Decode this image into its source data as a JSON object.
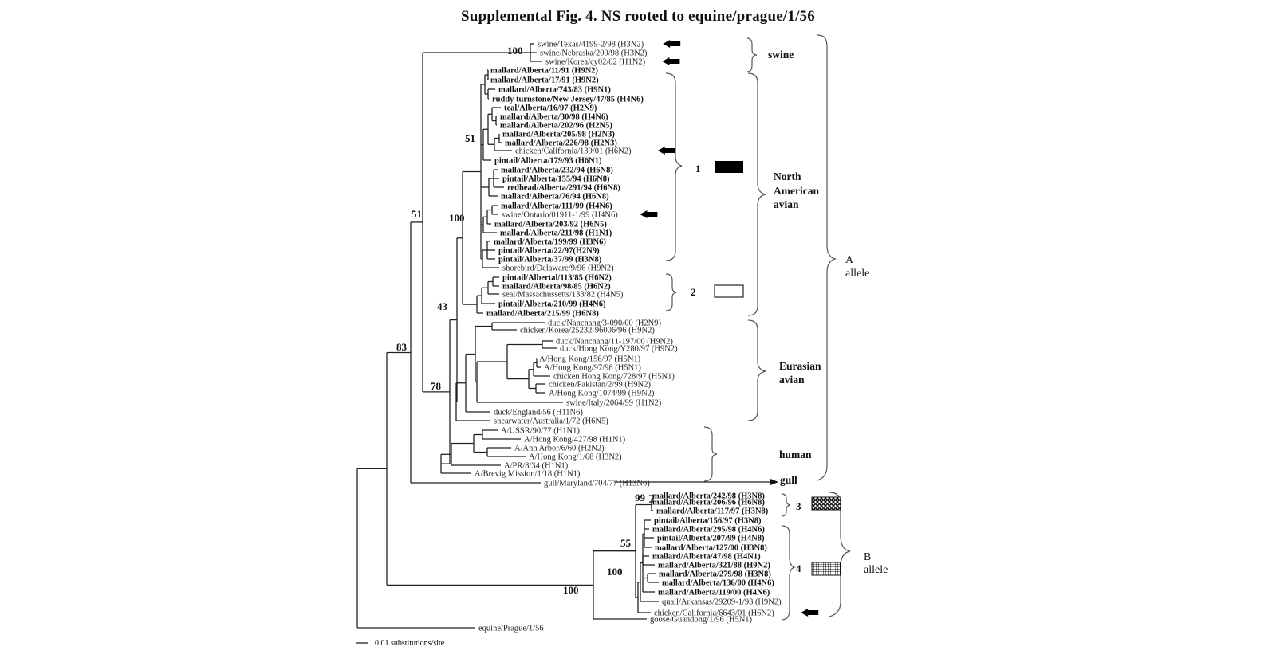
{
  "title": "Supplemental  Fig. 4.   NS rooted to equine/prague/1/56",
  "scale_bar": {
    "label": "0.01 substitutions/site"
  },
  "taxa": [
    {
      "id": "t1",
      "label": "swine/Texas/4199-2/98 (H3N2)",
      "bold": false,
      "arrow": true
    },
    {
      "id": "t2",
      "label": "swine/Nebraska/209/98 (H3N2)",
      "bold": false,
      "arrow": false
    },
    {
      "id": "t3",
      "label": "swine/Korea/cy02/02 (H1N2)",
      "bold": false,
      "arrow": true
    },
    {
      "id": "t4",
      "label": "mallard/Alberta/11/91 (H9N2)",
      "bold": true,
      "arrow": false
    },
    {
      "id": "t5",
      "label": "mallard/Alberta/17/91 (H9N2)",
      "bold": true,
      "arrow": false
    },
    {
      "id": "t6",
      "label": "mallard/Alberta/743/83 (H9N1)",
      "bold": true,
      "arrow": false
    },
    {
      "id": "t7",
      "label": "ruddy turnstone/New Jersey/47/85 (H4N6)",
      "bold": true,
      "arrow": false
    },
    {
      "id": "t8",
      "label": "teal/Alberta/16/97 (H2N9)",
      "bold": true,
      "arrow": false
    },
    {
      "id": "t9",
      "label": "mallard/Alberta/30/98 (H4N6)",
      "bold": true,
      "arrow": false
    },
    {
      "id": "t10",
      "label": "mallard/Alberta/202/96 (H2N5)",
      "bold": true,
      "arrow": false
    },
    {
      "id": "t11",
      "label": "mallard/Alberta/205/98 (H2N3)",
      "bold": true,
      "arrow": false
    },
    {
      "id": "t12",
      "label": "mallard/Alberta/226/98 (H2N3)",
      "bold": true,
      "arrow": false
    },
    {
      "id": "t13",
      "label": "chicken/California/139/01 (H6N2)",
      "bold": false,
      "arrow": true
    },
    {
      "id": "t14",
      "label": "pintail/Alberta/179/93 (H6N1)",
      "bold": true,
      "arrow": false
    },
    {
      "id": "t15",
      "label": "mallard/Alberta/232/94 (H6N8)",
      "bold": true,
      "arrow": false
    },
    {
      "id": "t16",
      "label": "pintail/Alberta/155/94 (H6N8)",
      "bold": true,
      "arrow": false
    },
    {
      "id": "t17",
      "label": "redhead/Alberta/291/94 (H6N8)",
      "bold": true,
      "arrow": false
    },
    {
      "id": "t18",
      "label": "mallard/Alberta/76/94 (H6N8)",
      "bold": true,
      "arrow": false
    },
    {
      "id": "t19",
      "label": "mallard/Alberta/111/99 (H4N6)",
      "bold": true,
      "arrow": false
    },
    {
      "id": "t20",
      "label": "swine/Ontario/01911-1/99 (H4N6)",
      "bold": false,
      "arrow": true
    },
    {
      "id": "t21",
      "label": "mallard/Alberta/203/92 (H6N5)",
      "bold": true,
      "arrow": false
    },
    {
      "id": "t22",
      "label": "mallard/Alberta/211/98 (H1N1)",
      "bold": true,
      "arrow": false
    },
    {
      "id": "t23",
      "label": "mallard/Alberta/199/99 (H3N6)",
      "bold": true,
      "arrow": false
    },
    {
      "id": "t24",
      "label": "pintail/Alberta/22/97(H2N9)",
      "bold": true,
      "arrow": false
    },
    {
      "id": "t25",
      "label": "pintail/Alberta/37/99 (H3N8)",
      "bold": true,
      "arrow": false
    },
    {
      "id": "t26",
      "label": "shorebird/Delaware/9/96 (H9N2)",
      "bold": false,
      "arrow": false
    },
    {
      "id": "t27",
      "label": "pintail/Albertal/113/85 (H6N2)",
      "bold": true,
      "arrow": false
    },
    {
      "id": "t28",
      "label": "mallard/Alberta/98/85 (H6N2)",
      "bold": true,
      "arrow": false
    },
    {
      "id": "t29",
      "label": "seal/Massachussetts/133/82 (H4N5)",
      "bold": false,
      "arrow": false
    },
    {
      "id": "t30",
      "label": "pintail/Alberta/210/99 (H4N6)",
      "bold": true,
      "arrow": false
    },
    {
      "id": "t31",
      "label": "mallard/Alberta/215/99 (H6N8)",
      "bold": true,
      "arrow": false
    },
    {
      "id": "t32",
      "label": "duck/Nanchang/3-090/00 (H2N9)",
      "bold": false,
      "arrow": false
    },
    {
      "id": "t33",
      "label": "chicken/Korea/25232-96006/96 (H9N2)",
      "bold": false,
      "arrow": false
    },
    {
      "id": "t34",
      "label": "duck/Nanchang/11-197/00 (H9N2)",
      "bold": false,
      "arrow": false
    },
    {
      "id": "t35",
      "label": "duck/Hong Kong/Y280/97 (H9N2)",
      "bold": false,
      "arrow": false
    },
    {
      "id": "t36",
      "label": "A/Hong Kong/156/97 (H5N1)",
      "bold": false,
      "arrow": false
    },
    {
      "id": "t37",
      "label": "A/Hong Kong/97/98 (H5N1)",
      "bold": false,
      "arrow": false
    },
    {
      "id": "t38",
      "label": "chicken Hong Kong/728/97 (H5N1)",
      "bold": false,
      "arrow": false
    },
    {
      "id": "t39",
      "label": "chicken/Pakistan/2/99 (H9N2)",
      "bold": false,
      "arrow": false
    },
    {
      "id": "t40",
      "label": "A/Hong Kong/1074/99 (H9N2)",
      "bold": false,
      "arrow": false
    },
    {
      "id": "t41",
      "label": "swine/Italy/2064/99 (H1N2)",
      "bold": false,
      "arrow": false
    },
    {
      "id": "t42",
      "label": "duck/England/56 (H11N6)",
      "bold": false,
      "arrow": false
    },
    {
      "id": "t43",
      "label": "shearwater/Australia/1/72 (H6N5)",
      "bold": false,
      "arrow": false
    },
    {
      "id": "t44",
      "label": "A/USSR/90/77 (H1N1)",
      "bold": false,
      "arrow": false
    },
    {
      "id": "t45",
      "label": "A/Hong Kong/427/98 (H1N1)",
      "bold": false,
      "arrow": false
    },
    {
      "id": "t46",
      "label": "A/Ann Arbor/6/60 (H2N2)",
      "bold": false,
      "arrow": false
    },
    {
      "id": "t47",
      "label": "A/Hong Kong/1/68 (H3N2)",
      "bold": false,
      "arrow": false
    },
    {
      "id": "t48",
      "label": "A/PR/8/34 (H1N1)",
      "bold": false,
      "arrow": false
    },
    {
      "id": "t49",
      "label": "A/Brevig Mission/1/18 (H1N1)",
      "bold": false,
      "arrow": false
    },
    {
      "id": "t50",
      "label": "gull/Maryland/704/77 (H13N6)",
      "bold": false,
      "arrow": false
    },
    {
      "id": "t51",
      "label": "mallard/Alberta/242/98 (H3N8)",
      "bold": true,
      "arrow": false
    },
    {
      "id": "t52",
      "label": "mallard/Alberta/206/96 (H6N8)",
      "bold": true,
      "arrow": false
    },
    {
      "id": "t53",
      "label": "mallard/Alberta/117/97 (H3N8)",
      "bold": true,
      "arrow": false
    },
    {
      "id": "t54",
      "label": "pintail/Alberta/156/97 (H3N8)",
      "bold": true,
      "arrow": false
    },
    {
      "id": "t55",
      "label": "mallard/Alberta/295/98 (H4N6)",
      "bold": true,
      "arrow": false
    },
    {
      "id": "t56",
      "label": "pintail/Alberta/207/99 (H4N8)",
      "bold": true,
      "arrow": false
    },
    {
      "id": "t57",
      "label": "mallard/Alberta/127/00 (H3N8)",
      "bold": true,
      "arrow": false
    },
    {
      "id": "t58",
      "label": "mallard/Alberta/47/98 (H4N1)",
      "bold": true,
      "arrow": false
    },
    {
      "id": "t59",
      "label": "mallard/Alberta/321/88 (H9N2)",
      "bold": true,
      "arrow": false
    },
    {
      "id": "t60",
      "label": "mallard/Alberta/279/98 (H3N8)",
      "bold": true,
      "arrow": false
    },
    {
      "id": "t61",
      "label": "mallard/Alberta/136/00 (H4N6)",
      "bold": true,
      "arrow": false
    },
    {
      "id": "t62",
      "label": "mallard/Alberta/119/00 (H4N6)",
      "bold": true,
      "arrow": false
    },
    {
      "id": "t63",
      "label": "quail/Arkansas/29209-1/93 (H9N2)",
      "bold": false,
      "arrow": false
    },
    {
      "id": "t64",
      "label": "chicken/California/6643/01 (H6N2)",
      "bold": false,
      "arrow": true
    },
    {
      "id": "t65",
      "label": "goose/Guandong/1/96 (H5N1)",
      "bold": false,
      "arrow": false
    },
    {
      "id": "t66",
      "label": "equine/Prague/1/56",
      "bold": false,
      "arrow": false
    }
  ],
  "bootstrap": [
    "100",
    "51",
    "100",
    "51",
    "43",
    "78",
    "83",
    "99",
    "55",
    "100",
    "100"
  ],
  "groups": {
    "swine": "swine",
    "na_avian": [
      "North",
      "American",
      "avian"
    ],
    "eurasian": [
      "Eurasian",
      "avian"
    ],
    "human": "human",
    "gull": "gull",
    "sub1": "1",
    "sub2": "2",
    "sub3": "3",
    "sub4": "4",
    "a_allele": [
      "A",
      "allele"
    ],
    "b_allele": [
      "B",
      "allele"
    ]
  },
  "colors": {
    "line": "#222222",
    "brace": "#555555",
    "fill_1": "#000000",
    "fill_2": "#ffffff"
  }
}
